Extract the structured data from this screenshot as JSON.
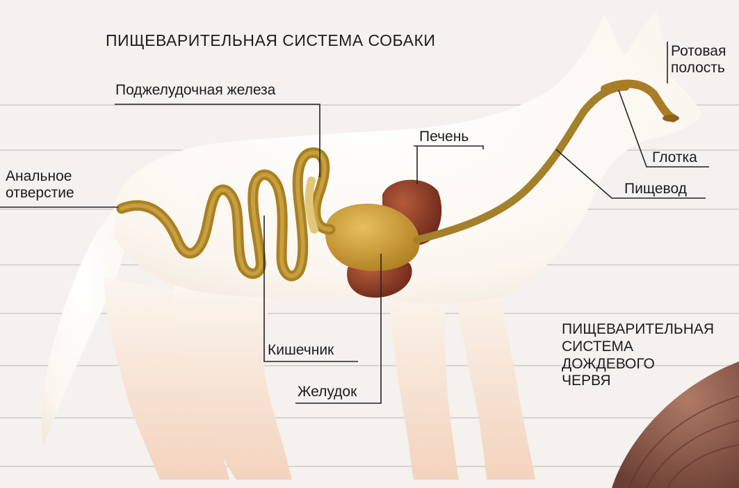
{
  "dog_title": "ПИЩЕВАРИТЕЛЬНАЯ СИСТЕМА СОБАКИ",
  "worm_title": [
    "ПИЩЕВАРИТЕЛЬНАЯ",
    "СИСТЕМА",
    "ДОЖДЕВОГО",
    "ЧЕРВЯ"
  ],
  "labels": {
    "mouth": [
      "Ротовая",
      "полость"
    ],
    "pancreas": "Поджелудочная железа",
    "liver": "Печень",
    "pharynx": "Глотка",
    "esophagus": "Пищевод",
    "anus": [
      "Анальное",
      "отверстие"
    ],
    "intestine": "Кишечник",
    "stomach": "Желудок"
  },
  "colors": {
    "dog_body": "#fbf7f1",
    "gut": "#b68b28",
    "stomach": "#cf9e3c",
    "liver": "#8e3c28",
    "worm": "#8a5a4a",
    "leader": "#222222"
  }
}
